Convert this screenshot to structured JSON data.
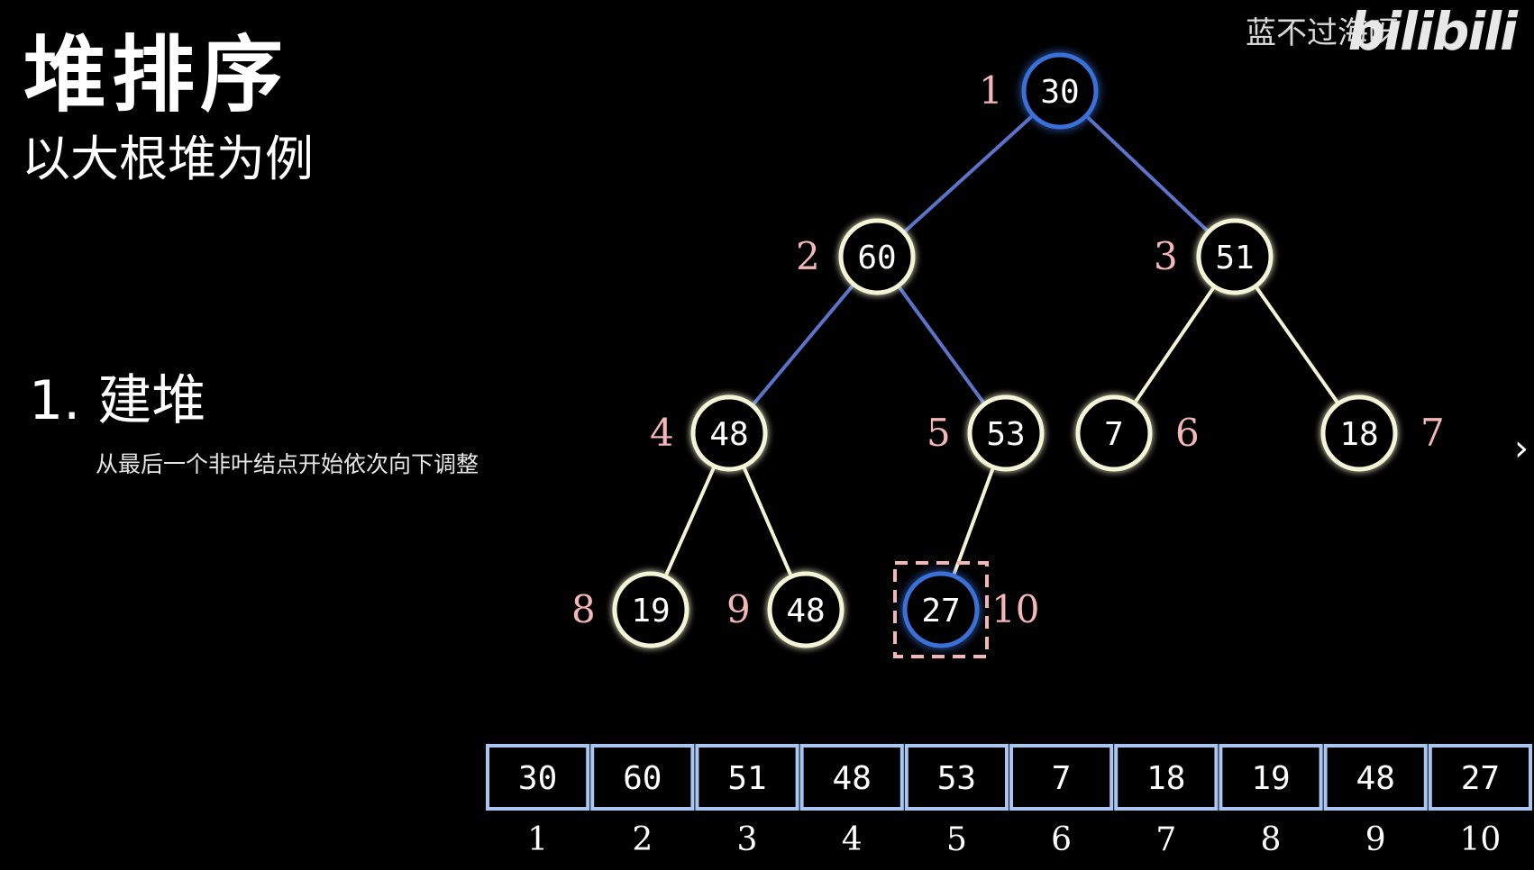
{
  "title": "堆排序",
  "subtitle": "以大根堆为例",
  "step": {
    "label": "1. 建堆",
    "description": "从最后一个非叶结点开始依次向下调整"
  },
  "watermark": {
    "author": "蓝不过海呀",
    "brand": "bilibili"
  },
  "colors": {
    "node_ring": "#f3f6d6",
    "node_glow": "#e9f1a8",
    "highlight_ring": "#3a6fd8",
    "highlight_glow": "#5b8cff",
    "edge_blue": "#5b73c9",
    "edge_cream": "#f3f3d6",
    "index_label": "#f4b6b6",
    "array_border": "#a9c5f2",
    "highlight_text": "#8fb3ff",
    "dashed_box": "#f4b6b6"
  },
  "tree": {
    "nodes": [
      {
        "index": "1",
        "value": "30",
        "state": "highlight-blue"
      },
      {
        "index": "2",
        "value": "60",
        "state": "normal"
      },
      {
        "index": "3",
        "value": "51",
        "state": "normal"
      },
      {
        "index": "4",
        "value": "48",
        "state": "normal"
      },
      {
        "index": "5",
        "value": "53",
        "state": "normal"
      },
      {
        "index": "6",
        "value": "7",
        "state": "normal"
      },
      {
        "index": "7",
        "value": "18",
        "state": "normal"
      },
      {
        "index": "8",
        "value": "19",
        "state": "normal"
      },
      {
        "index": "9",
        "value": "48",
        "state": "blue-text"
      },
      {
        "index": "10",
        "value": "27",
        "state": "highlight-blue-dashed"
      }
    ],
    "edges": [
      {
        "from": "1",
        "to": "2",
        "color": "blue"
      },
      {
        "from": "1",
        "to": "3",
        "color": "blue"
      },
      {
        "from": "2",
        "to": "4",
        "color": "blue"
      },
      {
        "from": "2",
        "to": "5",
        "color": "blue"
      },
      {
        "from": "3",
        "to": "6",
        "color": "cream"
      },
      {
        "from": "3",
        "to": "7",
        "color": "cream"
      },
      {
        "from": "4",
        "to": "8",
        "color": "cream"
      },
      {
        "from": "4",
        "to": "9",
        "color": "cream"
      },
      {
        "from": "5",
        "to": "10",
        "color": "cream"
      }
    ]
  },
  "array": {
    "values": [
      "30",
      "60",
      "51",
      "48",
      "53",
      "7",
      "18",
      "19",
      "48",
      "27"
    ],
    "indices": [
      "1",
      "2",
      "3",
      "4",
      "5",
      "6",
      "7",
      "8",
      "9",
      "10"
    ],
    "highlighted_cell": "9"
  }
}
